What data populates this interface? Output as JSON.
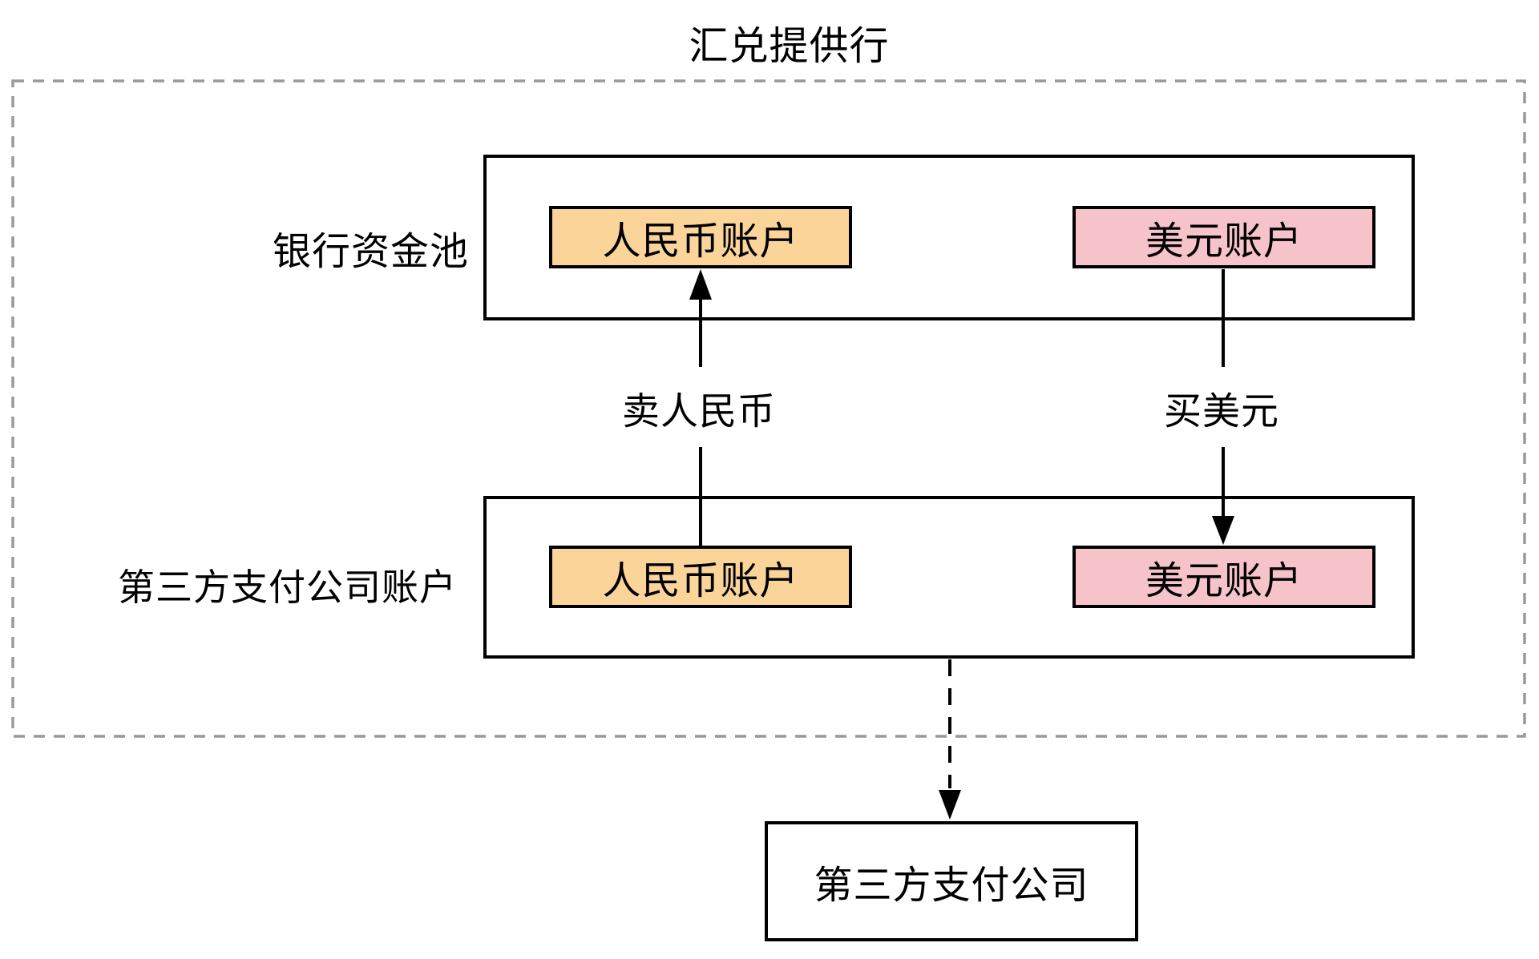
{
  "title": "汇兑提供行",
  "colors": {
    "rmb_account_fill": "#FBD49A",
    "usd_account_fill": "#F6C3CA",
    "line": "#000000",
    "boundary_dash": "#999999"
  },
  "bank_pool": {
    "label": "银行资金池",
    "rmb_account": "人民币账户",
    "usd_account": "美元账户"
  },
  "third_party_accounts": {
    "label": "第三方支付公司账户",
    "rmb_account": "人民币账户",
    "usd_account": "美元账户"
  },
  "flows": {
    "sell_rmb": "卖人民币",
    "buy_usd": "买美元"
  },
  "third_party_company": {
    "label": "第三方支付公司"
  }
}
